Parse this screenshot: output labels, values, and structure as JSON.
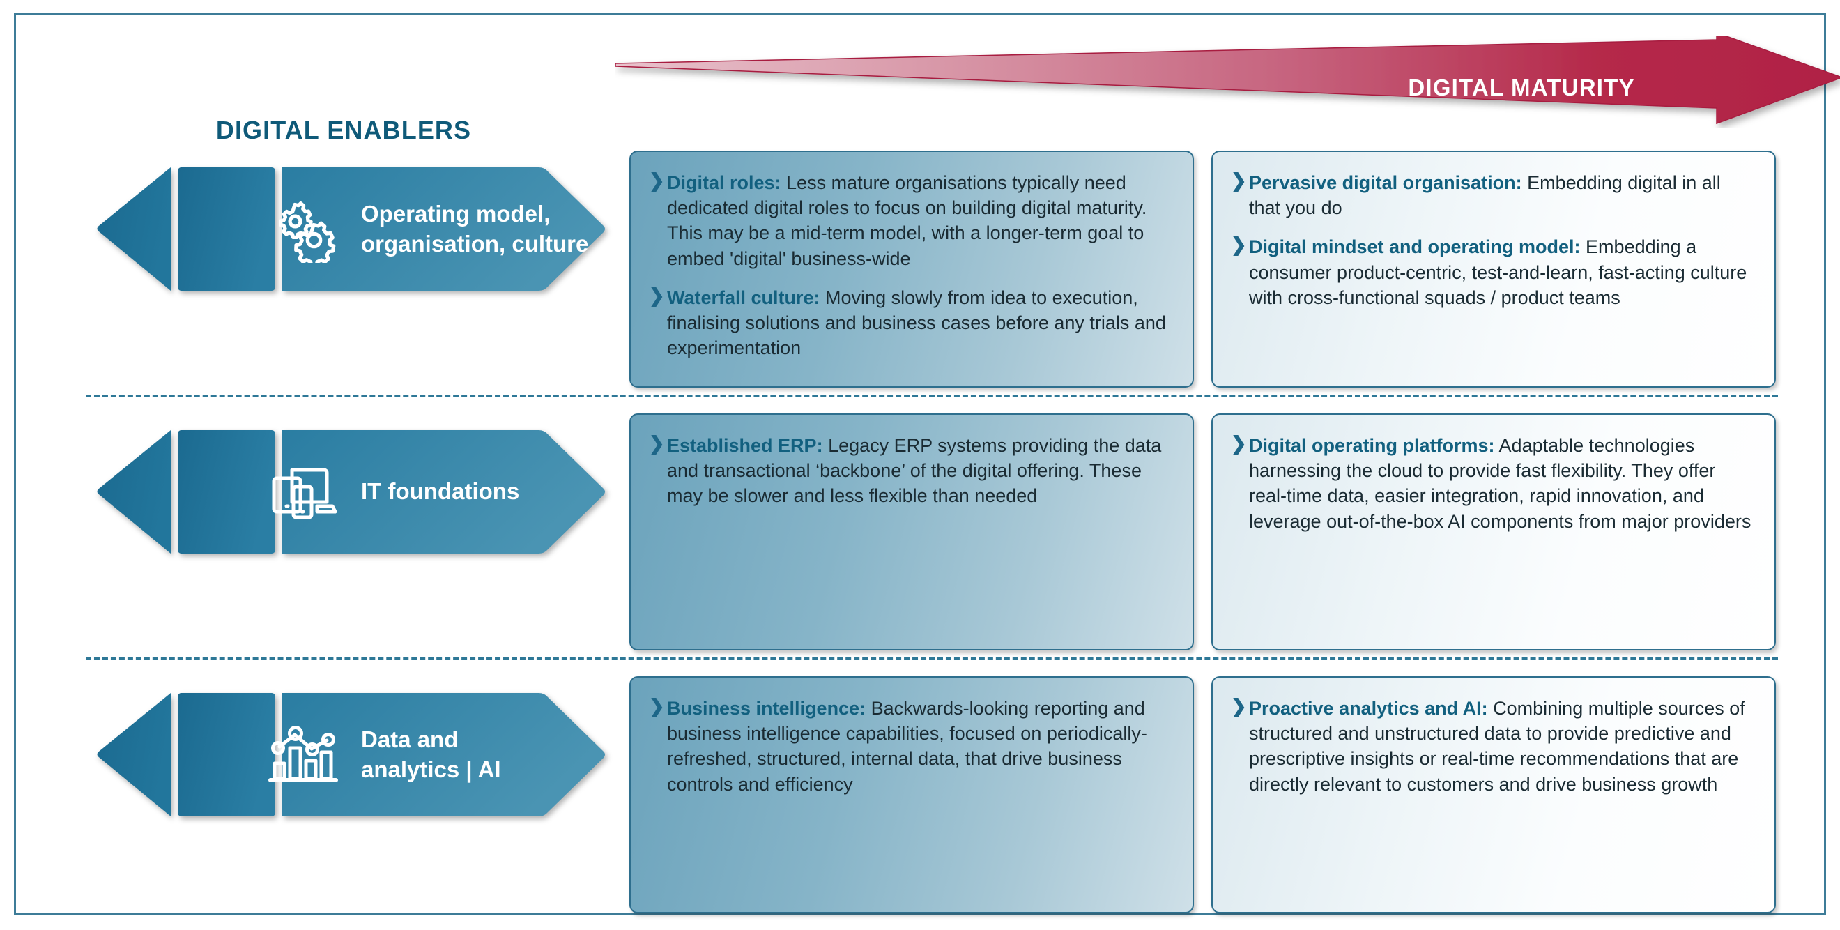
{
  "header": {
    "enablers_title": "DIGITAL ENABLERS",
    "maturity_arrow_label": "DIGITAL MATURITY",
    "arrow_color": "#b5294a",
    "title_color": "#0f5a79"
  },
  "rows": [
    {
      "label": "Operating model,\norganisation, culture",
      "label_line1": "Operating model,",
      "label_line2": "organisation, culture",
      "icon": "gears-icon",
      "left_card": {
        "bullets": [
          {
            "term": "Digital roles:",
            "text": " Less mature organisations typically need dedicated digital roles to focus on building digital maturity. This may be a mid-term model, with a longer-term goal to embed 'digital' business-wide"
          },
          {
            "term": "Waterfall culture:",
            "text": " Moving slowly from idea to execution, finalising solutions and business cases before any trials and experimentation"
          }
        ]
      },
      "right_card": {
        "bullets": [
          {
            "term": "Pervasive digital organisation:",
            "text": " Embedding digital in all that you do"
          },
          {
            "term": "Digital mindset and operating model:",
            "text": " Embedding a consumer product-centric, test-and-learn, fast-acting culture with cross-functional squads / product teams"
          }
        ]
      }
    },
    {
      "label": "IT foundations",
      "label_line1": "IT foundations",
      "label_line2": "",
      "icon": "devices-icon",
      "left_card": {
        "bullets": [
          {
            "term": "Established ERP:",
            "text": " Legacy ERP systems providing the data and transactional ‘backbone’ of the digital offering. These may be slower and less flexible than needed"
          }
        ]
      },
      "right_card": {
        "bullets": [
          {
            "term": "Digital operating platforms:",
            "text": " Adaptable technologies harnessing the cloud to provide fast flexibility. They offer real-time data, easier integration, rapid innovation, and leverage out-of-the-box AI components from major providers"
          }
        ]
      }
    },
    {
      "label": "Data and analytics | AI",
      "label_line1": "Data and",
      "label_line2": "analytics  |  AI",
      "icon": "analytics-chart-icon",
      "left_card": {
        "bullets": [
          {
            "term": "Business intelligence:",
            "text": " Backwards-looking reporting and business intelligence capabilities, focused on periodically-refreshed, structured, internal data, that drive business controls and efficiency"
          }
        ]
      },
      "right_card": {
        "bullets": [
          {
            "term": "Proactive analytics and AI:",
            "text": " Combining multiple sources of structured and unstructured data to provide predictive and prescriptive insights or real-time recommendations that are directly relevant to customers and drive business growth"
          }
        ]
      }
    }
  ],
  "colors": {
    "chevron_dark": "#1d6d92",
    "chevron_light": "#3f8cae",
    "border": "#2e6f8e",
    "frame": "#3d7c98",
    "bullet_term": "#12607f",
    "body_text": "#1a2b33",
    "divider": "#2e7897"
  }
}
